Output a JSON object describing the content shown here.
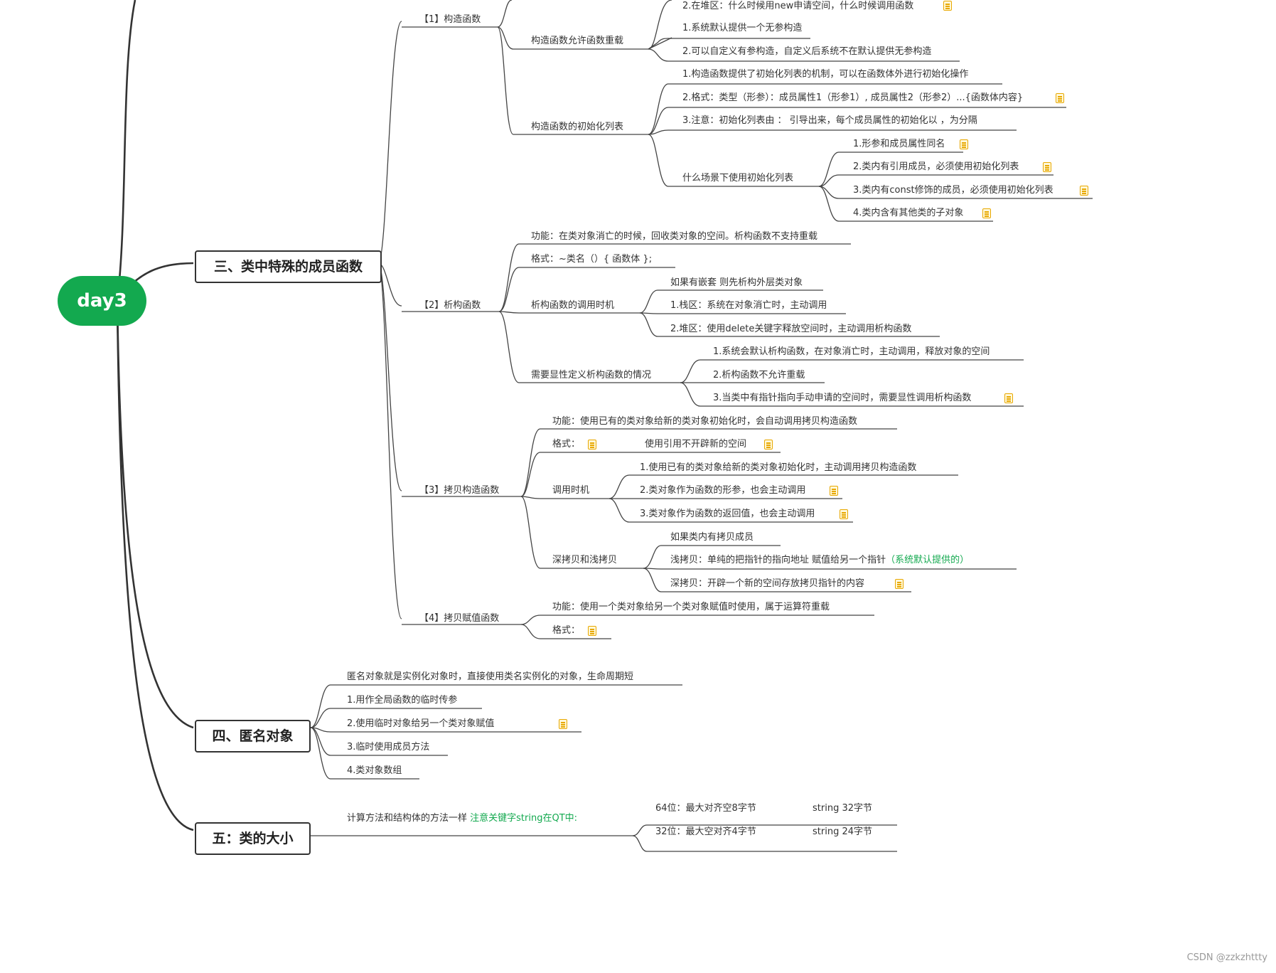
{
  "root": "day3",
  "topics": {
    "t3": "三、类中特殊的成员函数",
    "t4": "四、匿名对象",
    "t5": "五：类的大小"
  },
  "ctor": {
    "label": "【1】构造函数",
    "heap": "2.在堆区：什么时候用new申请空间，什么时候调用函数",
    "overload": "构造函数允许函数重载",
    "ov1": "1.系统默认提供一个无参构造",
    "ov2": "2.可以自定义有参构造，自定义后系统不在默认提供无参构造",
    "init": "构造函数的初始化列表",
    "in1": "1.构造函数提供了初始化列表的机制，可以在函数体外进行初始化操作",
    "in2": "2.格式：类型（形参）：成员属性1（形参1）, 成员属性2（形参2）...{函数体内容}",
    "in3": "3.注意：初始化列表由 ：  引导出来，每个成员属性的初始化以  ，为分隔",
    "when": "什么场景下使用初始化列表",
    "w1": "1.形参和成员属性同名",
    "w2": "2.类内有引用成员，必须使用初始化列表",
    "w3": "3.类内有const修饰的成员，必须使用初始化列表",
    "w4": "4.类内含有其他类的子对象"
  },
  "dtor": {
    "label": "【2】析构函数",
    "func": "功能：在类对象消亡的时候，回收类对象的空间。析构函数不支持重载",
    "fmt": "格式：~类名（）{ 函数体 };",
    "call": "析构函数的调用时机",
    "c1": "如果有嵌套 则先析构外层类对象",
    "c2": "1.栈区：系统在对象消亡时，主动调用",
    "c3": "2.堆区：使用delete关键字释放空间时，主动调用析构函数",
    "need": "需要显性定义析构函数的情况",
    "n1": "1.系统会默认析构函数，在对象消亡时，主动调用，释放对象的空间",
    "n2": "2.析构函数不允许重载",
    "n3": "3.当类中有指针指向手动申请的空间时，需要显性调用析构函数"
  },
  "copy": {
    "label": "【3】拷贝构造函数",
    "func": "功能：使用已有的类对象给新的类对象初始化时，会自动调用拷贝构造函数",
    "fmt": "格式：",
    "ref": "使用引用不开辟新的空间",
    "call": "调用时机",
    "c1": "1.使用已有的类对象给新的类对象初始化时，主动调用拷贝构造函数",
    "c2": "2.类对象作为函数的形参，也会主动调用",
    "c3": "3.类对象作为函数的返回值，也会主动调用",
    "deep": "深拷贝和浅拷贝",
    "d1": "如果类内有拷贝成员",
    "d2": "浅拷贝：单纯的把指针的指向地址 赋值给另一个指针",
    "d2hl": "（系统默认提供的）",
    "d3": "深拷贝：开辟一个新的空间存放拷贝指针的内容"
  },
  "assign": {
    "label": "【4】拷贝赋值函数",
    "func": "功能：使用一个类对象给另一个类对象赋值时使用，属于运算符重载",
    "fmt": "格式："
  },
  "anon": {
    "a0": "匿名对象就是实例化对象时，直接使用类名实例化的对象，生命周期短",
    "a1": "1.用作全局函数的临时传参",
    "a2": "2.使用临时对象给另一个类对象赋值",
    "a3": "3.临时使用成员方法",
    "a4": "4.类对象数组"
  },
  "size": {
    "s0": "计算方法和结构体的方法一样 ",
    "s0hl": "注意关键字string在QT中:",
    "b64": "64位：最大对齐空8字节",
    "b64s": "string 32字节",
    "b32": "32位：最大空对齐4字节",
    "b32s": "string  24字节"
  },
  "watermark": "CSDN @zzkzhttty",
  "colors": {
    "root": "#13a94f",
    "highlight": "#13a94f",
    "note": "#e8a800"
  }
}
